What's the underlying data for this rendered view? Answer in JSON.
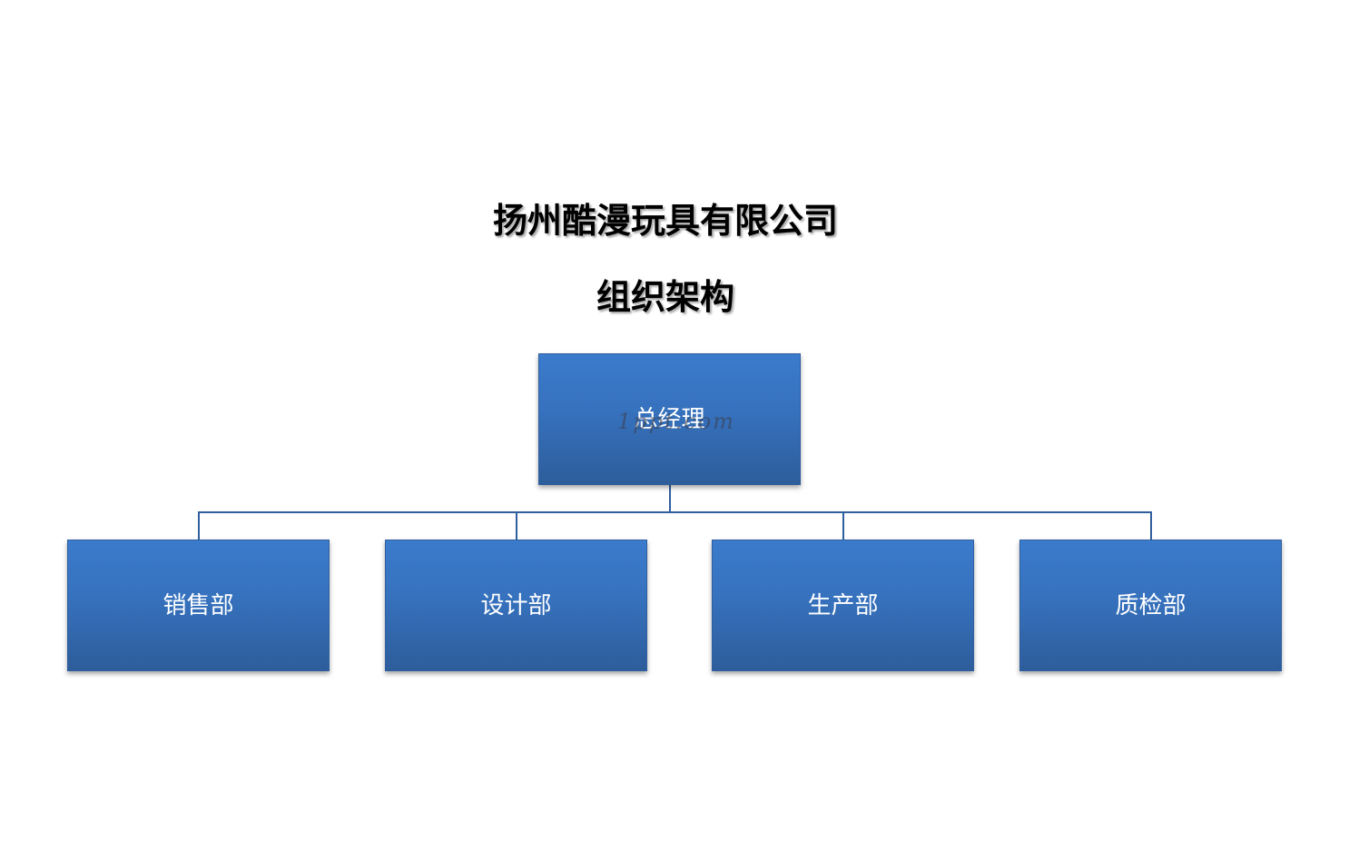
{
  "title": {
    "line1": "扬州酷漫玩具有限公司",
    "line2": "组织架构"
  },
  "org_chart": {
    "root": {
      "label": "总经理"
    },
    "children": [
      {
        "label": "销售部"
      },
      {
        "label": "设计部"
      },
      {
        "label": "生产部"
      },
      {
        "label": "质检部"
      }
    ]
  },
  "watermark": {
    "text": "1ppt.com"
  },
  "colors": {
    "node_top": "#3b7bcc",
    "node_bottom": "#2d5d9b",
    "connector": "#2f5f9e",
    "node_text": "#ffffff",
    "title_text": "#000000"
  }
}
